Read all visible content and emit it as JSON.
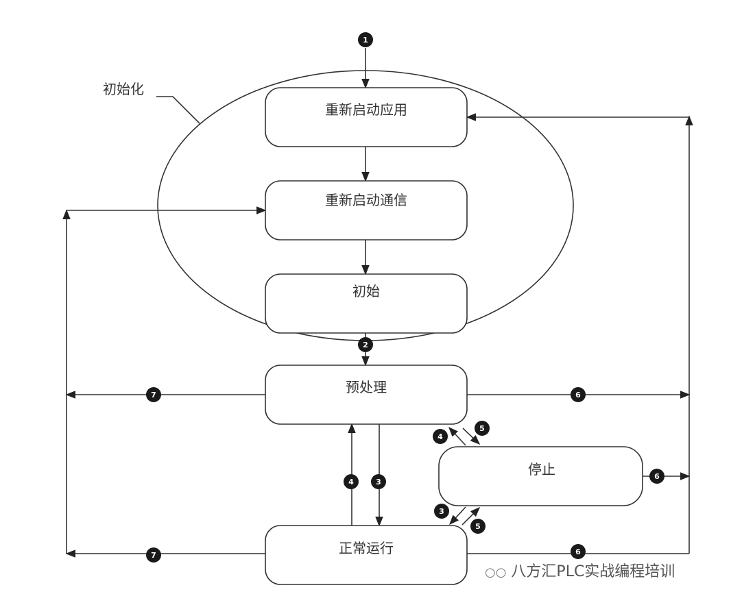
{
  "group_label": "初始化",
  "states": {
    "restart_app": "重新启动应用",
    "restart_comm": "重新启动通信",
    "initial": "初始",
    "preprocess": "预处理",
    "stop": "停止",
    "normal_run": "正常运行"
  },
  "badges": {
    "b1": "1",
    "b2": "2",
    "b3": "3",
    "b4": "4",
    "b5": "5",
    "b6": "6",
    "b7": "7"
  },
  "watermark": "八方汇PLC实战编程培训",
  "watermark_icon": "wechat-icon"
}
